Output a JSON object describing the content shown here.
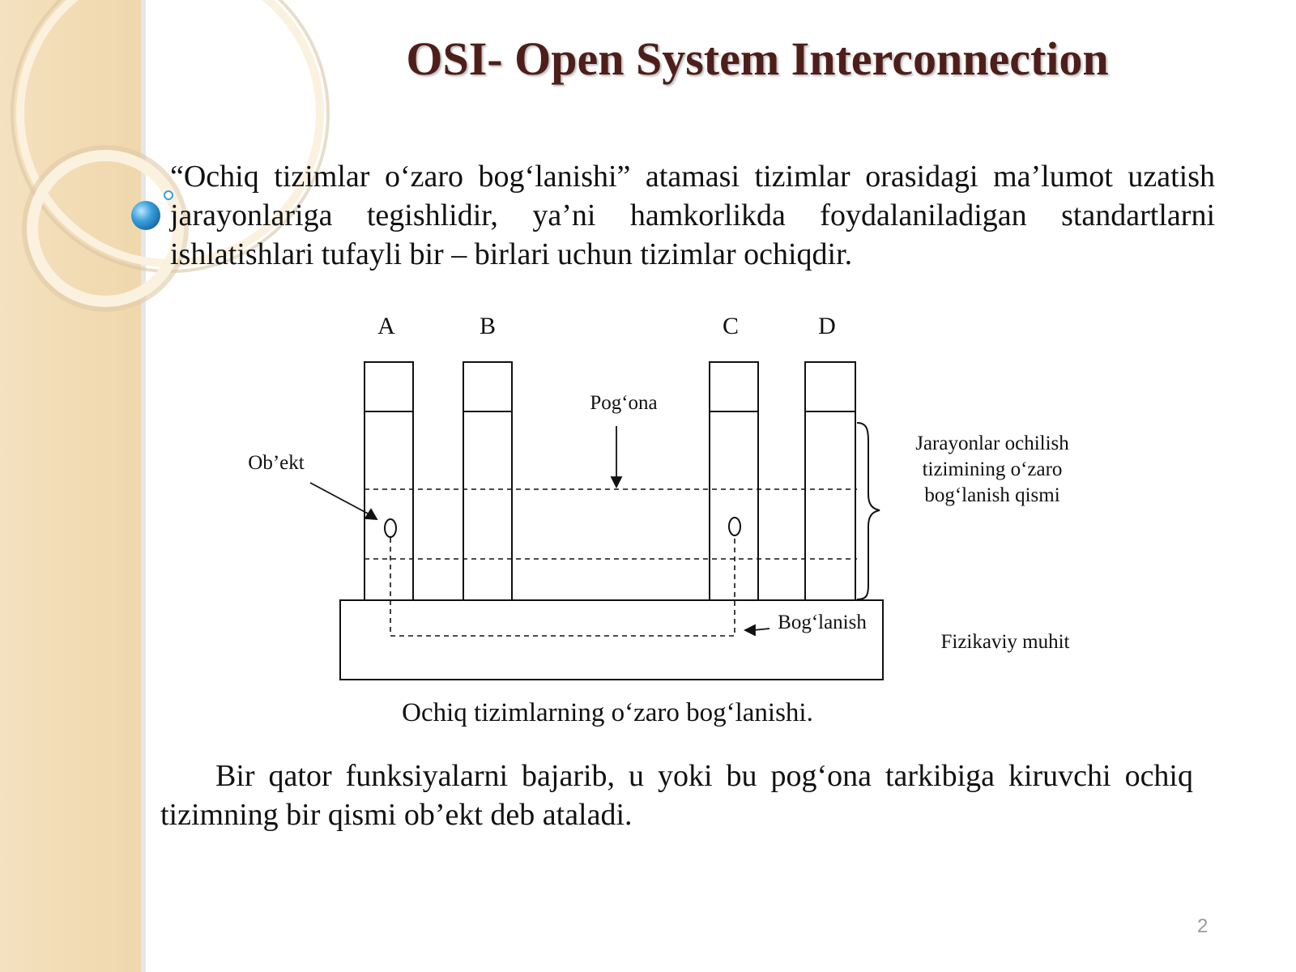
{
  "slide": {
    "title": "OSI- Open System Interconnection",
    "intro_text": "“Ochiq tizimlar o‘zaro bog‘lanishi” atamasi tizimlar orasidagi ma’lumot uzatish jarayonlariga tegishlidir, ya’ni hamkorlikda foydalaniladigan standartlarni ishlatishlari tufayli bir – birlari uchun tizimlar ochiqdir.",
    "diagram": {
      "system_labels": [
        "A",
        "B",
        "C",
        "D"
      ],
      "layer_label": "Pog‘ona",
      "object_label": "Ob’ekt",
      "interconnection_label": [
        "Jarayonlar ochilish",
        "tizimining o‘zaro",
        "bog‘lanish qismi"
      ],
      "connection_label": "Bog‘lanish",
      "physical_label": "Fizikaviy muhit"
    },
    "caption": "Ochiq tizimlarning o‘zaro bog‘lanishi.",
    "definition_text": "Bir qator funksiyalarni bajarib, u yoki bu pog‘ona tarkibiga kiruvchi ochiq tizimning bir qismi ob’ekt deb ataladi.",
    "page_number": "2",
    "colors": {
      "title": "#4e1f1a",
      "sidebar": "#f2dcb5",
      "bullet": "#3aa0dc"
    }
  }
}
